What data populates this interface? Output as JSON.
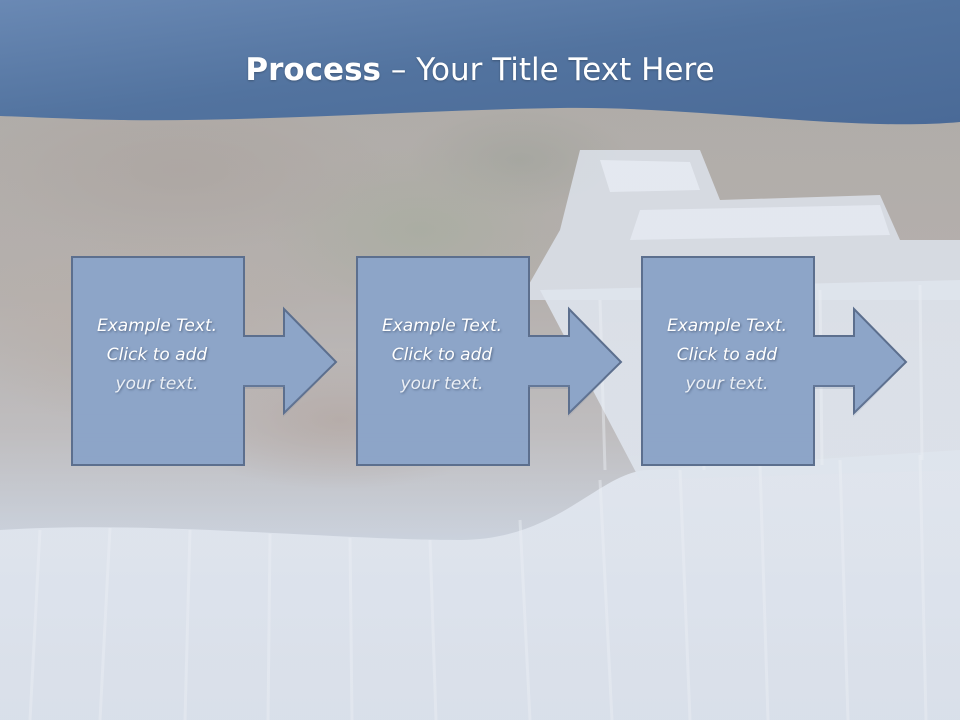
{
  "slide": {
    "title_bold": "Process",
    "title_rest": " – Your Title Text Here"
  },
  "steps": [
    {
      "lines": [
        "Example Text.",
        "Click  to add",
        "your text."
      ]
    },
    {
      "lines": [
        "Example Text.",
        "Click  to add",
        "your text."
      ]
    },
    {
      "lines": [
        "Example Text.",
        "Click  to add",
        "your text."
      ]
    }
  ],
  "colors": {
    "header_top": "#4f6f9c",
    "header_bottom": "#5e80ac",
    "box_fill": "#8ea6c8",
    "box_stroke": "#5b6e8c"
  }
}
